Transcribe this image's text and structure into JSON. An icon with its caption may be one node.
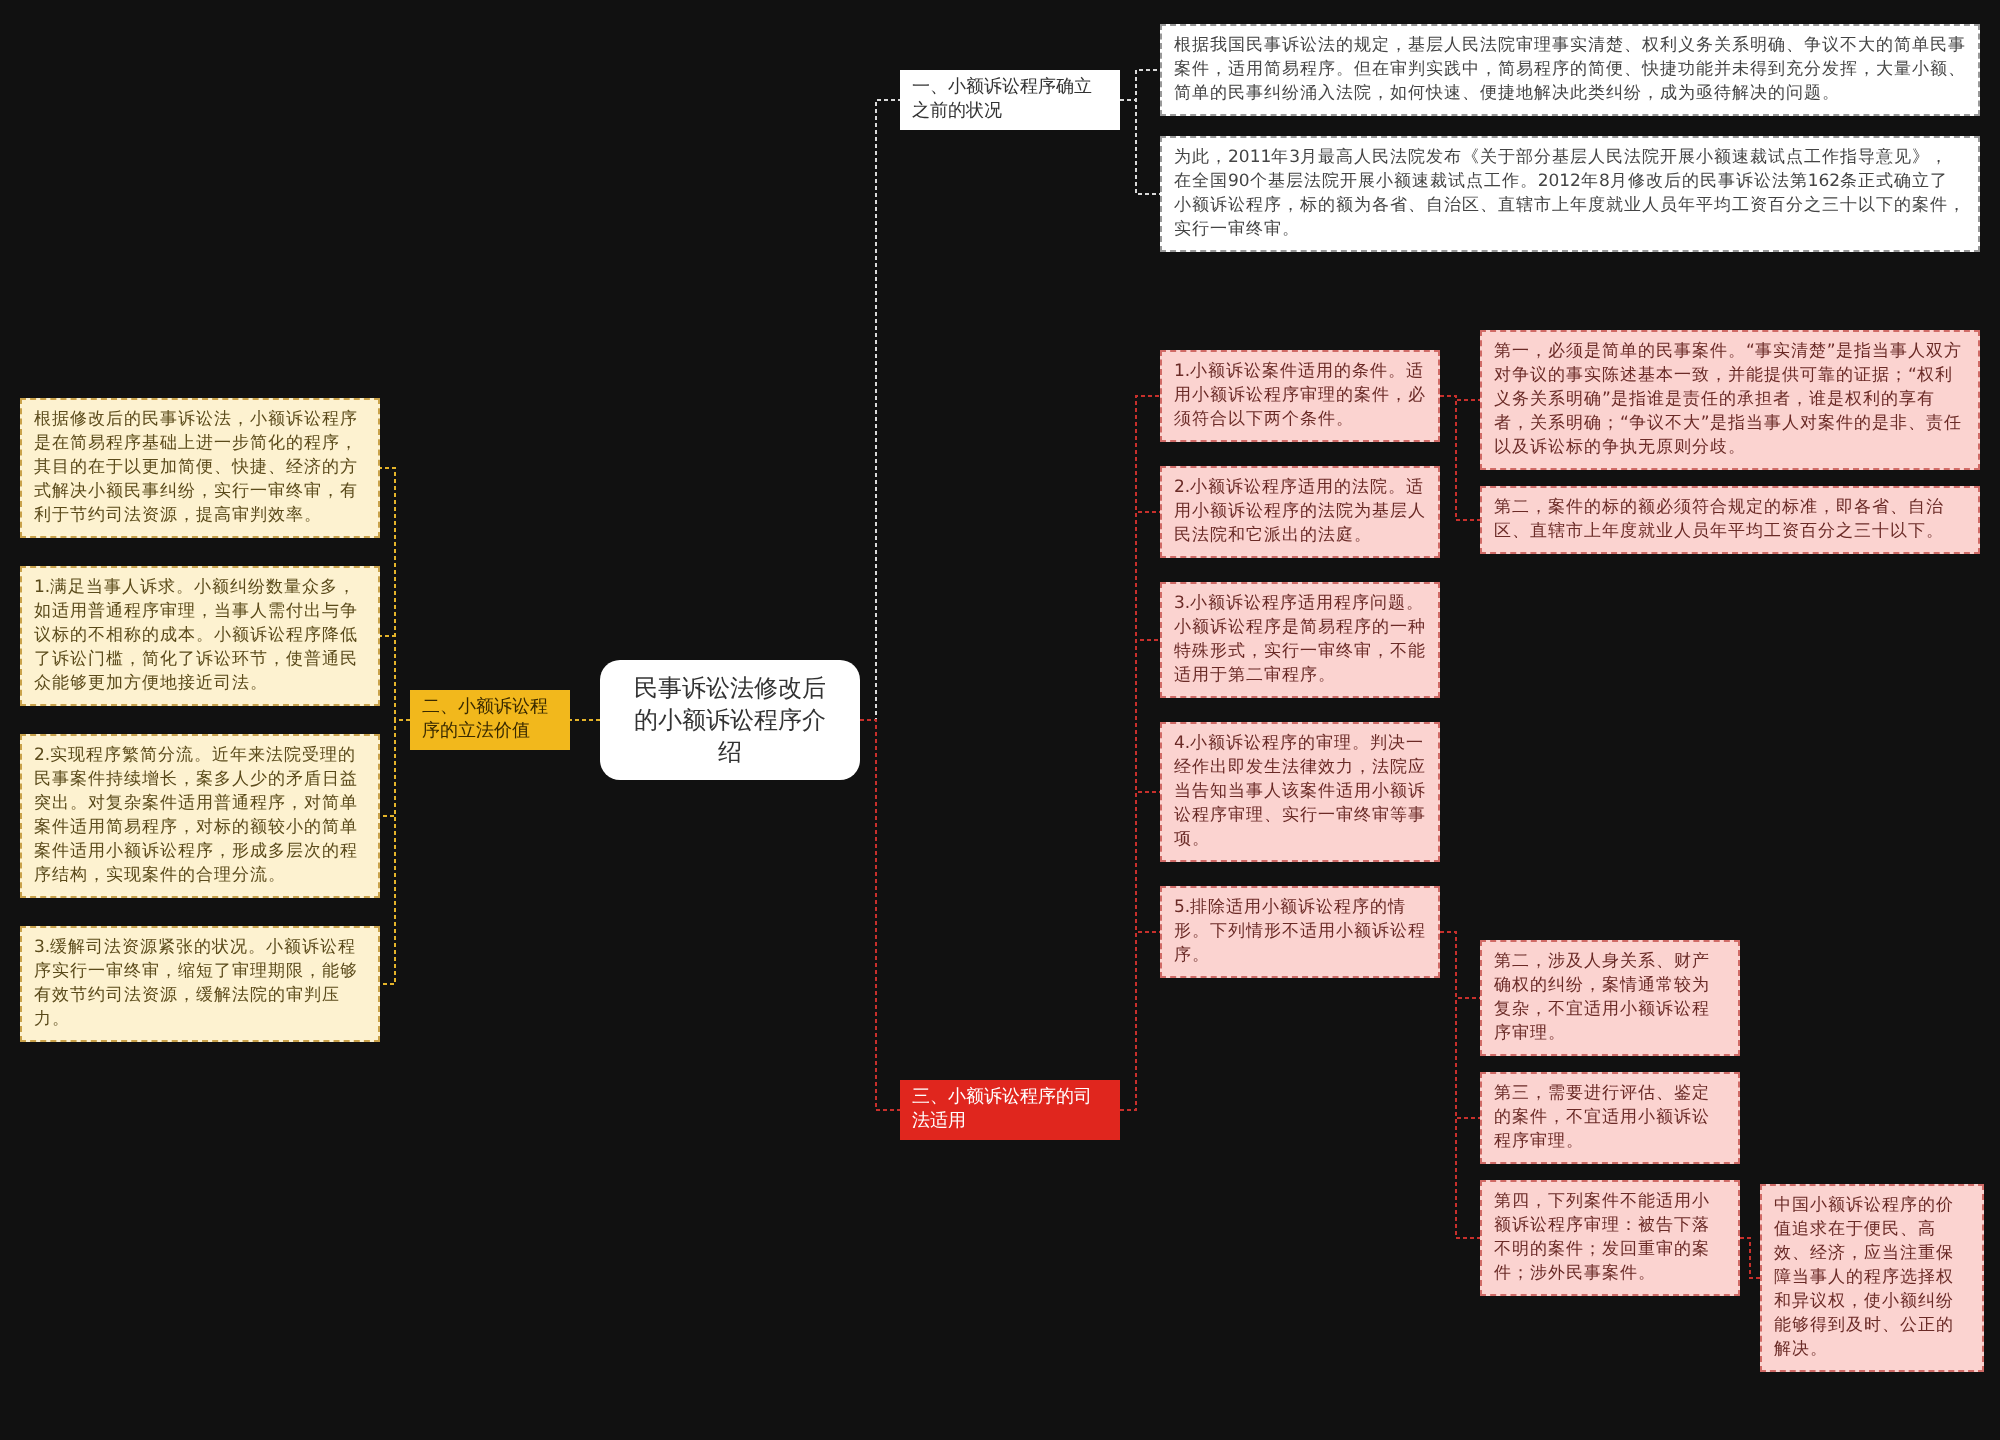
{
  "diagram": {
    "nodes": [
      {
        "text": [
          "民事诉讼法修改后的小额诉讼程序介绍"
        ]
      },
      {
        "text": [
          "一、小额诉讼程序确立之前的状况"
        ]
      },
      {
        "text": [
          "根据我国民事诉讼法的规定，基层人民法院审理事实清楚、权利义务关系明确、争议不大的简单民事案件，适用简易程序。但在审判实践中，简易程序的简便、快捷功能并未得到充分发挥，大量小额、简单的民事纠纷涌入法院，如何快速、便捷地解决此类纠纷，成为亟待解决的问题。"
        ]
      },
      {
        "text": [
          "为此，2011年3月最高人民法院发布《关于部分基层人民法院开展小额速裁试点工作指导意见》，在全国90个基层法院开展小额速裁试点工作。2012年8月修改后的民事诉讼法第162条正式确立了小额诉讼程序，标的额为各省、自治区、直辖市上年度就业人员年平均工资百分之三十以下的案件，实行一审终审。"
        ]
      },
      {
        "text": [
          "二、小额诉讼程序的立法价值"
        ]
      },
      {
        "text": [
          "根据修改后的民事诉讼法，小额诉讼程序是在简易程序基础上进一步简化的程序，其目的在于以更加简便、快捷、经济的方式解决小额民事纠纷，实行一审终审，有利于节约司法资源，提高审判效率。"
        ]
      },
      {
        "text": [
          "1.满足当事人诉求。小额纠纷数量众多，如适用普通程序审理，当事人需付出与争议标的不相称的成本。小额诉讼程序降低了诉讼门槛，简化了诉讼环节，使普通民众能够更加方便地接近司法。"
        ]
      },
      {
        "text": [
          "2.实现程序繁简分流。近年来法院受理的民事案件持续增长，案多人少的矛盾日益突出。对复杂案件适用普通程序，对简单案件适用简易程序，对标的额较小的简单案件适用小额诉讼程序，形成多层次的程序结构，实现案件的合理分流。"
        ]
      },
      {
        "text": [
          "3.缓解司法资源紧张的状况。小额诉讼程序实行一审终审，缩短了审理期限，能够有效节约司法资源，缓解法院的审判压力。"
        ]
      },
      {
        "text": [
          "三、小额诉讼程序的司法适用"
        ]
      },
      {
        "text": [
          "1.小额诉讼案件适用的条件。适用小额诉讼程序审理的案件，必须符合以下两个条件。"
        ]
      },
      {
        "text": [
          "第一，必须是简单的民事案件。“事实清楚”是指当事人双方对争议的事实陈述基本一致，并能提供可靠的证据；“权利义务关系明确”是指谁是责任的承担者，谁是权利的享有者，关系明确；“争议不大”是指当事人对案件的是非、责任以及诉讼标的争执无原则分歧。"
        ]
      },
      {
        "text": [
          "第二，案件的标的额必须符合规定的标准，即各省、自治区、直辖市上年度就业人员年平均工资百分之三十以下。"
        ]
      },
      {
        "text": [
          "2.小额诉讼程序适用的法院。适用小额诉讼程序的法院为基层人民法院和它派出的法庭。"
        ]
      },
      {
        "text": [
          "3.小额诉讼程序适用程序问题。小额诉讼程序是简易程序的一种特殊形式，实行一审终审，不能适用于第二审程序。"
        ]
      },
      {
        "text": [
          "4.小额诉讼程序的审理。判决一经作出即发生法律效力，法院应当告知当事人该案件适用小额诉讼程序审理、实行一审终审等事项。"
        ]
      },
      {
        "text": [
          "5.排除适用小额诉讼程序的情形。下列情形不适用小额诉讼程序。"
        ]
      },
      {
        "text": [
          "第二，涉及人身关系、财产确权的纠纷，案情通常较为复杂，不宜适用小额诉讼程序审理。"
        ]
      },
      {
        "text": [
          "第三，需要进行评估、鉴定的案件，不宜适用小额诉讼程序审理。"
        ]
      },
      {
        "text": [
          "第四，下列案件不能适用小额诉讼程序审理：被告下落不明的案件；发回重审的案件；涉外民事案件。"
        ]
      },
      {
        "text": [
          "中国小额诉讼程序的价值追求在于便民、高效、经济，应当注重保障当事人的程序选择权和异议权，使小额纠纷能够得到及时、公正的解决。"
        ]
      }
    ],
    "edges": [
      {
        "from": 0,
        "to": 1,
        "arrow": "none",
        "style": "dashed",
        "color": "#d9d9d9"
      },
      {
        "from": 1,
        "to": 2,
        "arrow": "none",
        "style": "dashed",
        "color": "#d9d9d9"
      },
      {
        "from": 1,
        "to": 3,
        "arrow": "none",
        "style": "dashed",
        "color": "#d9d9d9"
      },
      {
        "from": 0,
        "to": 4,
        "arrow": "none",
        "style": "dashed",
        "color": "#e5b42a"
      },
      {
        "from": 4,
        "to": 5,
        "arrow": "none",
        "style": "dashed",
        "color": "#e5b42a"
      },
      {
        "from": 4,
        "to": 6,
        "arrow": "none",
        "style": "dashed",
        "color": "#e5b42a"
      },
      {
        "from": 4,
        "to": 7,
        "arrow": "none",
        "style": "dashed",
        "color": "#e5b42a"
      },
      {
        "from": 4,
        "to": 8,
        "arrow": "none",
        "style": "dashed",
        "color": "#e5b42a"
      },
      {
        "from": 0,
        "to": 9,
        "arrow": "none",
        "style": "dashed"
      },
      {
        "from": 9,
        "to": 10,
        "arrow": "none",
        "style": "dashed"
      },
      {
        "from": 10,
        "to": 11,
        "arrow": "none",
        "style": "dashed"
      },
      {
        "from": 10,
        "to": 12,
        "arrow": "none",
        "style": "dashed"
      },
      {
        "from": 9,
        "to": 13,
        "arrow": "none",
        "style": "dashed"
      },
      {
        "from": 9,
        "to": 14,
        "arrow": "none",
        "style": "dashed"
      },
      {
        "from": 9,
        "to": 15,
        "arrow": "none",
        "style": "dashed"
      },
      {
        "from": 9,
        "to": 16,
        "arrow": "none",
        "style": "dashed"
      },
      {
        "from": 16,
        "to": 17,
        "arrow": "none",
        "style": "dashed"
      },
      {
        "from": 16,
        "to": 18,
        "arrow": "none",
        "style": "dashed"
      },
      {
        "from": 16,
        "to": 19,
        "arrow": "none",
        "style": "dashed"
      },
      {
        "from": 19,
        "to": 20,
        "arrow": "none",
        "style": "dashed"
      }
    ]
  }
}
